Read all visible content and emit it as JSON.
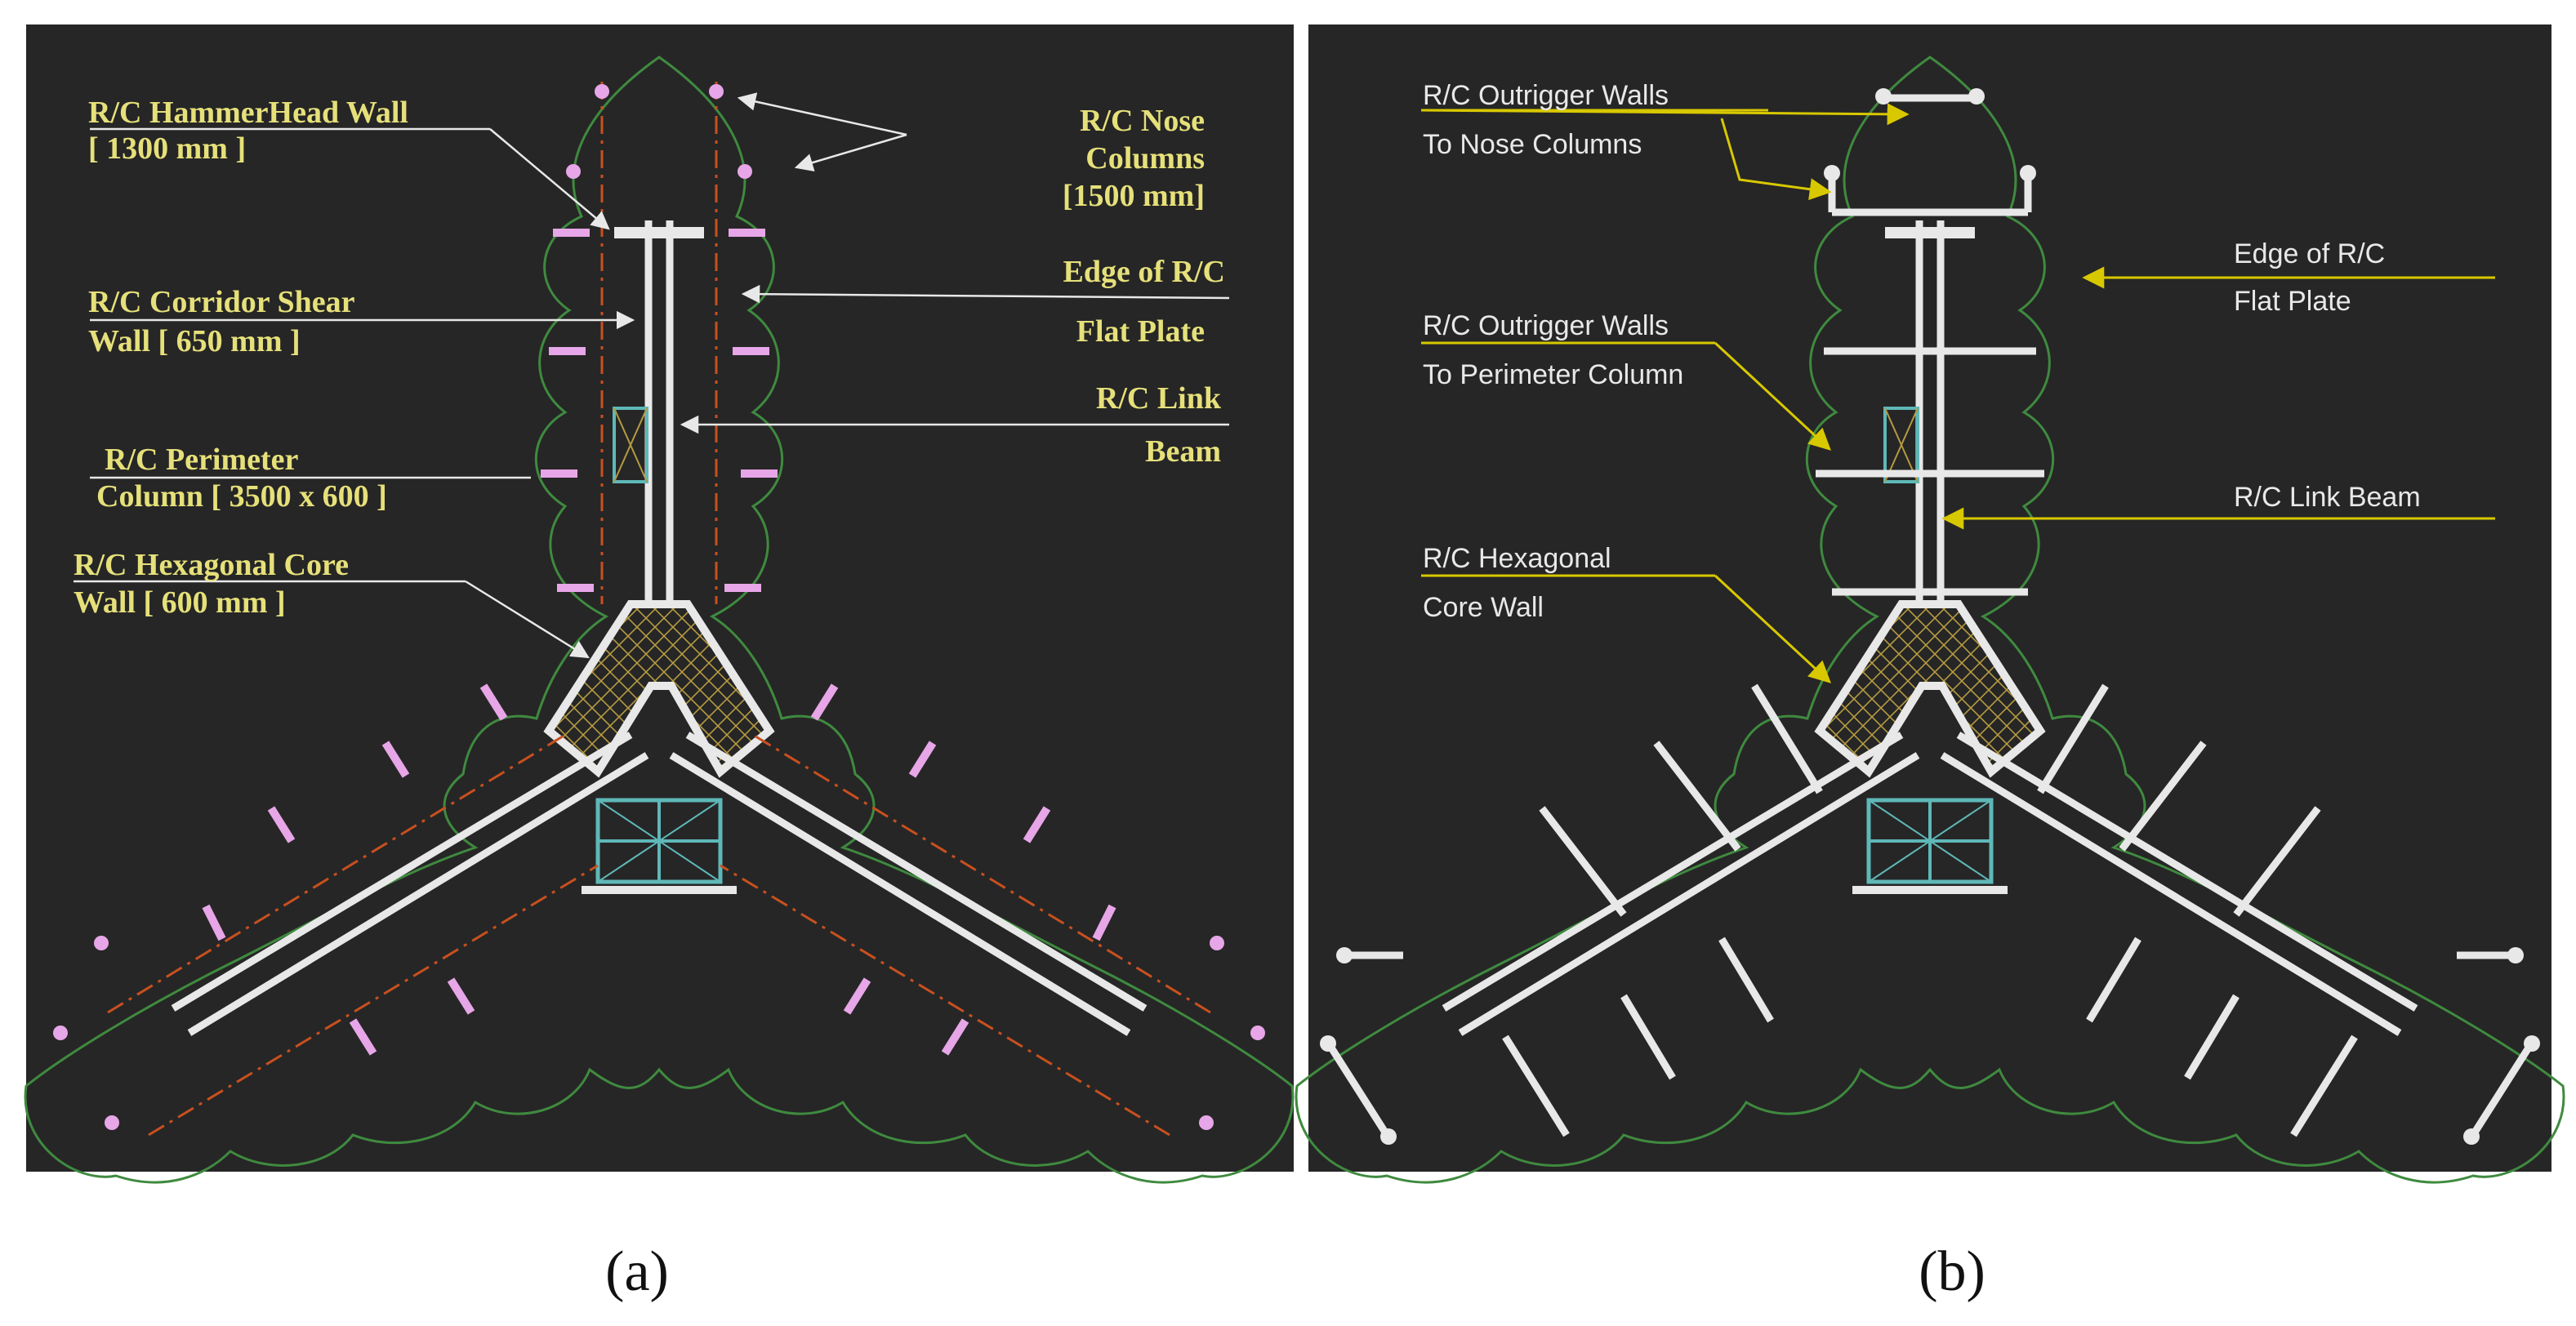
{
  "figure": {
    "panel_a": {
      "caption": "(a)",
      "labels": {
        "hammerhead_wall": "R/C HammerHead Wall",
        "hammerhead_dim": "[ 1300 mm ]",
        "nose_columns_1": "R/C Nose",
        "nose_columns_2": "Columns",
        "nose_columns_3": "[1500 mm]",
        "edge_plate_1": "Edge of R/C",
        "edge_plate_2": "Flat Plate",
        "corridor_wall_1": "R/C Corridor Shear",
        "corridor_wall_2": "Wall  [ 650 mm ]",
        "link_beam_1": "R/C Link",
        "link_beam_2": "Beam",
        "perimeter_col_1": "R/C Perimeter",
        "perimeter_col_2": "Column [ 3500 x 600 ]",
        "hex_core_1": "R/C Hexagonal  Core",
        "hex_core_2": "Wall [ 600 mm ]"
      }
    },
    "panel_b": {
      "caption": "(b)",
      "labels": {
        "outrigger_nose_1": "R/C Outrigger Walls",
        "outrigger_nose_2": "To Nose Columns",
        "edge_plate_1": "Edge of R/C",
        "edge_plate_2": "Flat Plate",
        "outrigger_perim_1": "R/C Outrigger Walls",
        "outrigger_perim_2": "To Perimeter Column",
        "link_beam": "R/C Link Beam",
        "hex_core_1": "R/C Hexagonal",
        "hex_core_2": "Core Wall"
      }
    },
    "colors": {
      "panel_bg": "#262626",
      "outline": "#3f8a3f",
      "walls": "#e8e8e8",
      "perimeter_columns": "#e7a6e7",
      "grid_lines": "#c8501e",
      "label_a": "#e6e07a",
      "leader_b": "#d8c800",
      "label_b": "#e8e8e8",
      "core_hatch": "#b59a40",
      "glazing": "#5fb8b8"
    }
  }
}
